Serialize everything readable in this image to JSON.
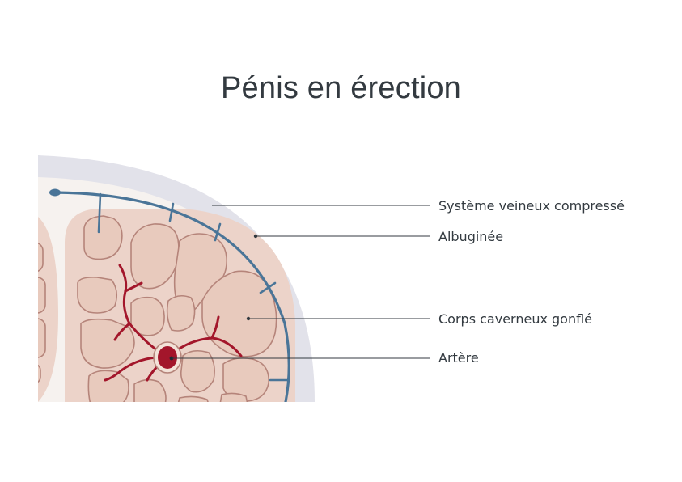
{
  "title": "Pénis en érection",
  "labels": {
    "veins": "Système veineux compressé",
    "albuginea": "Albuginée",
    "corpus": "Corps caverneux gonflé",
    "artery": "Artère"
  },
  "colors": {
    "outer_sheath": "#e2e2ea",
    "inner_tissue": "#f6f2ef",
    "corpus_fill": "#ecd3c9",
    "sinus_fill": "#e8cabd",
    "sinus_stroke": "#b5847a",
    "vein": "#4a7598",
    "artery_red": "#a3162b",
    "leader": "#333a40"
  }
}
